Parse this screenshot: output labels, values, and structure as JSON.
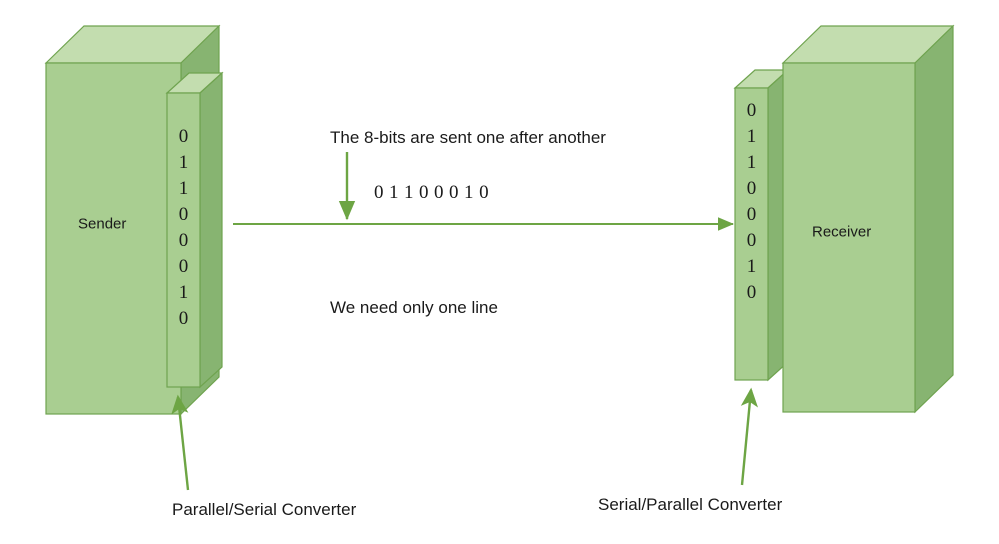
{
  "diagram": {
    "title_note": "The 8-bits are sent one after another",
    "line_note": "We need only one line",
    "serial_bits_label": "0  1   1   0   0   0   1   0",
    "serial_bits": [
      "0",
      "1",
      "1",
      "0",
      "0",
      "0",
      "1",
      "0"
    ]
  },
  "sender": {
    "label": "Sender",
    "converter_label": "Parallel/Serial Converter",
    "bits": [
      "0",
      "1",
      "1",
      "0",
      "0",
      "0",
      "1",
      "0"
    ]
  },
  "receiver": {
    "label": "Receiver",
    "converter_label": "Serial/Parallel Converter",
    "bits": [
      "0",
      "1",
      "1",
      "0",
      "0",
      "0",
      "1",
      "0"
    ]
  },
  "colors": {
    "face": "#A9CE91",
    "top": "#C3DDAF",
    "side": "#87B471",
    "stroke": "#6FA34F",
    "arrow": "#6DA544",
    "text": "#1a1a1a",
    "background": "#ffffff"
  }
}
